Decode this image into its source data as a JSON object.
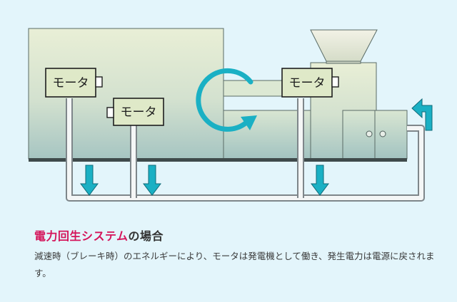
{
  "diagram": {
    "motor_labels": [
      "モータ",
      "モータ",
      "モータ"
    ]
  },
  "caption": {
    "highlight": "電力回生システム",
    "suffix": "の場合"
  },
  "description": "減速時（ブレーキ時）のエネルギーにより、モータは発電機として働き、発生電力は電源に戻されます。",
  "colors": {
    "background": "#e3f5fb",
    "machine_top": "#e9efd6",
    "machine_bottom": "#a8c6c2",
    "arrow": "#1ab0c4",
    "accent": "#d4145a",
    "motor_box": "#dfe9c8"
  }
}
